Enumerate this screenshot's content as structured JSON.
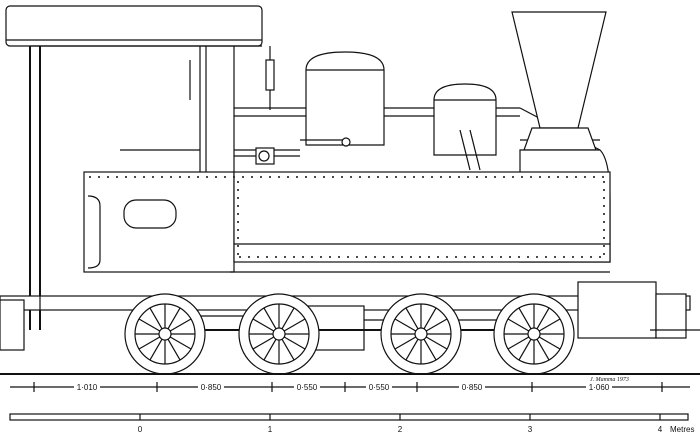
{
  "dimensions": [
    "1·010",
    "0·850",
    "0·550",
    "0·550",
    "0·850",
    "1·060"
  ],
  "scale": {
    "ticks": [
      "0",
      "1",
      "2",
      "3",
      "4"
    ],
    "unit": "Metres"
  },
  "signature": "J. Mamma 1973"
}
